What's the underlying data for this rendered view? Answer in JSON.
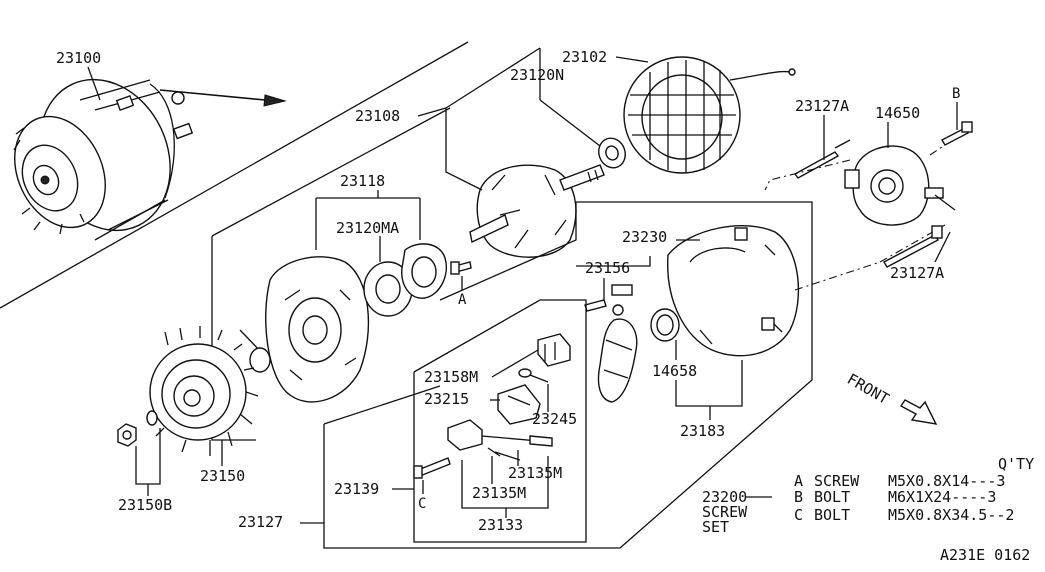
{
  "diagram": {
    "labels": {
      "p23100": "23100",
      "p23102": "23102",
      "p23120N": "23120N",
      "p23108": "23108",
      "p23127A_top": "23127A",
      "p14650": "14650",
      "callout_B_top": "B",
      "p23118": "23118",
      "p23120MA": "23120MA",
      "callout_A": "A",
      "p23230": "23230",
      "p23156": "23156",
      "p23127A_bottom": "23127A",
      "p23158M": "23158M",
      "p23215": "23215",
      "p23245": "23245",
      "p14658": "14658",
      "p23183": "23183",
      "p23150": "23150",
      "p23150B": "23150B",
      "p23139": "23139",
      "callout_C": "C",
      "p23135M_right": "23135M",
      "p23135M_left": "23135M",
      "p23133": "23133",
      "p23127": "23127",
      "front": "FRONT"
    },
    "screw_set": {
      "qty_header": "Q'TY",
      "part_no": "23200",
      "name_line1": "SCREW",
      "name_line2": "SET",
      "items": [
        {
          "id": "A",
          "name": "SCREW",
          "spec": "M5X0.8X14---3"
        },
        {
          "id": "B",
          "name": "BOLT",
          "spec": "M6X1X24----3"
        },
        {
          "id": "C",
          "name": "BOLT",
          "spec": "M5X0.8X34.5--2"
        }
      ]
    },
    "figure_code": "A231E 0162"
  }
}
